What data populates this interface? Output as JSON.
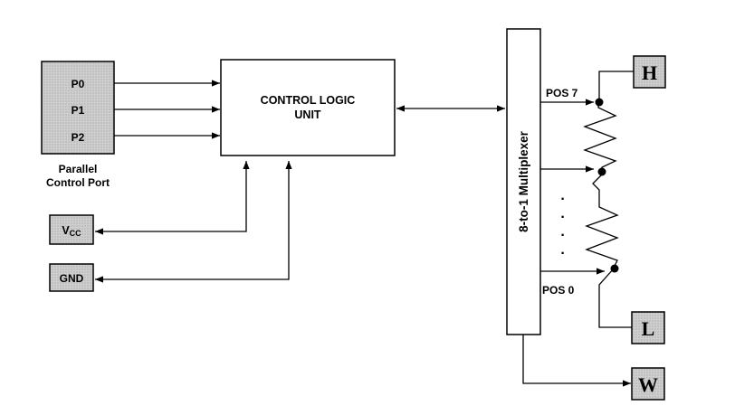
{
  "colors": {
    "stroke": "#000000",
    "hatched_fill": "#c8c8c8",
    "box_fill": "#ffffff"
  },
  "port": {
    "pins": [
      "P0",
      "P1",
      "P2"
    ],
    "caption_line1": "Parallel",
    "caption_line2": "Control Port"
  },
  "power": {
    "vcc_main": "V",
    "vcc_sub": "CC",
    "gnd": "GND"
  },
  "control_logic": {
    "line1": "CONTROL LOGIC",
    "line2": "UNIT"
  },
  "multiplexer": {
    "label": "8-to-1 Multiplexer"
  },
  "positions": {
    "top": "POS 7",
    "bottom": "POS 0",
    "ellipsis": "·"
  },
  "terminals": {
    "high": "H",
    "low": "L",
    "wiper": "W"
  }
}
